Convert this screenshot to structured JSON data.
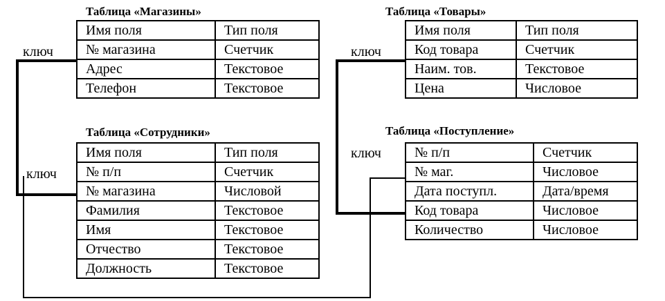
{
  "keyword": "ключ",
  "tables": {
    "shops": {
      "title": "Таблица «Магазины»",
      "rows": [
        [
          "Имя поля",
          "Тип поля"
        ],
        [
          "№ магазина",
          "Счетчик"
        ],
        [
          "Адрес",
          "Текстовое"
        ],
        [
          "Телефон",
          "Текстовое"
        ]
      ]
    },
    "staff": {
      "title": "Таблица «Сотрудники»",
      "rows": [
        [
          "Имя поля",
          "Тип поля"
        ],
        [
          "№ п/п",
          "Счетчик"
        ],
        [
          "№ магазина",
          "Числовой"
        ],
        [
          "Фамилия",
          "Текстовое"
        ],
        [
          "Имя",
          "Текстовое"
        ],
        [
          "Отчество",
          "Текстовое"
        ],
        [
          "Должность",
          "Текстовое"
        ]
      ]
    },
    "goods": {
      "title": "Таблица «Товары»",
      "rows": [
        [
          "Имя поля",
          "Тип поля"
        ],
        [
          "Код товара",
          "Счетчик"
        ],
        [
          "Наим. тов.",
          "Текстовое"
        ],
        [
          "Цена",
          "Числовое"
        ]
      ]
    },
    "receipts": {
      "title": "Таблица «Поступление»",
      "rows": [
        [
          "№ п/п",
          "Счетчик"
        ],
        [
          "№ маг.",
          "Числовое"
        ],
        [
          "Дата поступл.",
          "Дата/время"
        ],
        [
          "Код товара",
          "Числовое"
        ],
        [
          "Количество",
          "Числовое"
        ]
      ]
    }
  }
}
